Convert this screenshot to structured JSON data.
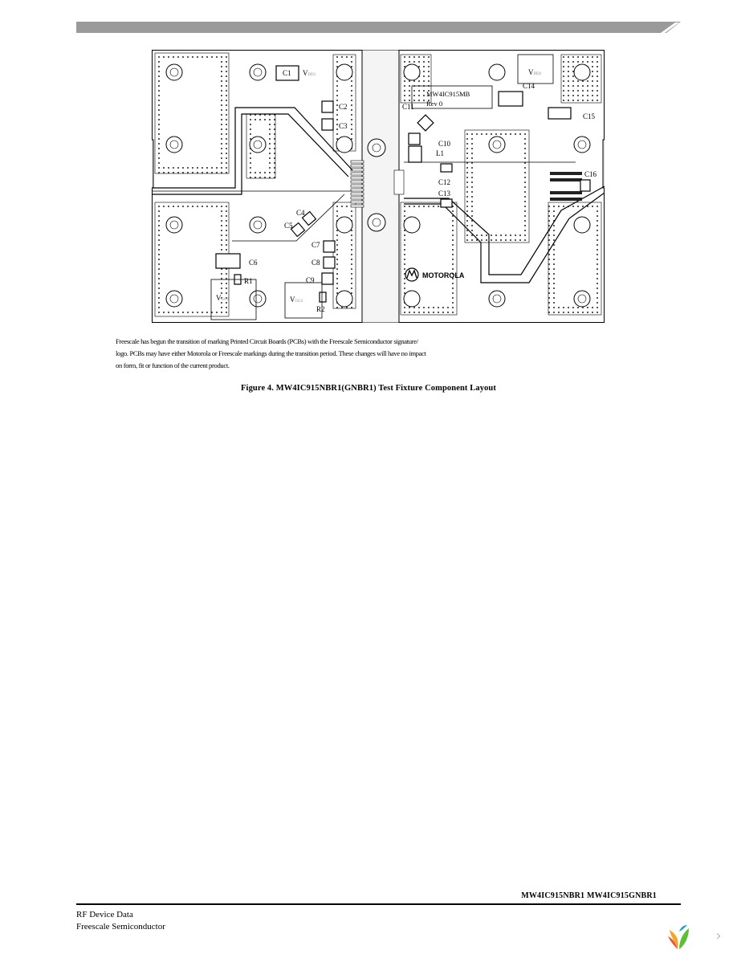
{
  "figure": {
    "labels": [
      "C1",
      "C2",
      "C3",
      "C4",
      "C5",
      "C6",
      "C7",
      "C8",
      "C9",
      "R1",
      "R2",
      "C10",
      "L1",
      "C11",
      "C12",
      "C13",
      "C14",
      "C15",
      "C16"
    ],
    "supply_labels": [
      "V",
      "V",
      "V",
      "V"
    ],
    "supply_subscripts": [
      "DD1",
      "GG1",
      "GG2",
      "DD2"
    ],
    "board_text": [
      "MW4IC915MB",
      "Rev 0"
    ],
    "brand": "MOTOROLA"
  },
  "note_lines": [
    "Freescale has begun the transition of marking Printed Circuit Boards (PCBs) with the Freescale Semiconductor signature/",
    "logo. PCBs may have either Motorola or Freescale markings during the transition period. These changes will have no impact",
    "on form, fit or function of the current product."
  ],
  "caption": "Figure 4. MW4IC915NBR1(GNBR1) Test Fixture Component Layout",
  "footer": {
    "part_numbers": "MW4IC915NBR1 MW4IC915GNBR1",
    "line1": "RF Device Data",
    "line2": "Freescale Semiconductor"
  },
  "nav": {
    "next_glyph": "›"
  }
}
